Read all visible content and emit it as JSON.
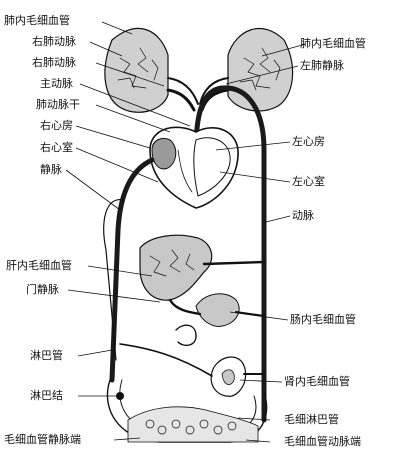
{
  "colors": {
    "ink": "#111111",
    "vessel_dark": "#1a1a1a",
    "paper": "#ffffff",
    "tissue_fill": "#c8c8c8",
    "capillary_fill": "#e6e6e6"
  },
  "labels_left": [
    "肺内毛细血管",
    "右肺动脉",
    "右肺动脉",
    "主动脉",
    "肺动脉干",
    "右心房",
    "右心室",
    "静脉",
    "肝内毛细血管",
    "门静脉",
    "淋巴管",
    "淋巴结",
    "毛细血管静脉端"
  ],
  "labels_right": [
    "肺内毛细血管",
    "左肺静脉",
    "左心房",
    "左心室",
    "动脉",
    "肠内毛细血管",
    "肾内毛细血管",
    "毛细淋巴管",
    "毛细血管动脉端"
  ]
}
